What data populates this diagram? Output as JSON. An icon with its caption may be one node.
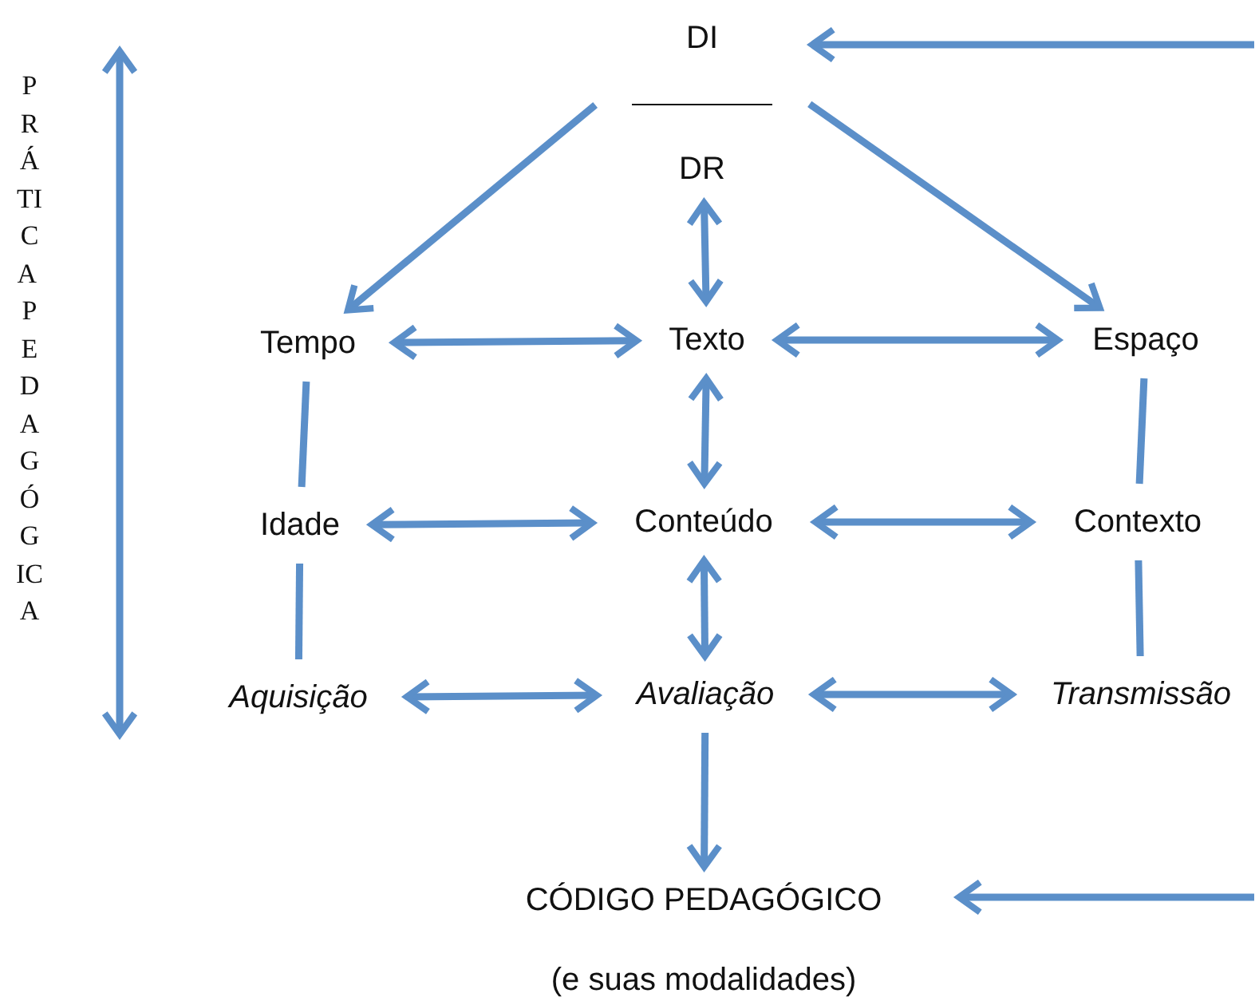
{
  "diagram": {
    "nodes": [
      {
        "text": [
          "DI",
          "DR"
        ]
      },
      {
        "text": [
          "Tempo"
        ]
      },
      {
        "text": [
          "Texto"
        ]
      },
      {
        "text": [
          "Espaço"
        ]
      },
      {
        "text": [
          "Idade"
        ]
      },
      {
        "text": [
          "Conteúdo"
        ]
      },
      {
        "text": [
          "Contexto"
        ]
      },
      {
        "text": [
          "Aquisição"
        ]
      },
      {
        "text": [
          "Avaliação"
        ]
      },
      {
        "text": [
          "Transmissão"
        ]
      },
      {
        "text": [
          "CÓDIGO PEDAGÓGICO",
          "(e suas modalidades)"
        ]
      }
    ],
    "edges": [
      {
        "from": 0,
        "to": 1,
        "arrow": "to"
      },
      {
        "from": 0,
        "to": 3,
        "arrow": "to"
      },
      {
        "from": 0,
        "to": 2,
        "arrow": "both"
      },
      {
        "from": 1,
        "to": 2,
        "arrow": "both"
      },
      {
        "from": 2,
        "to": 3,
        "arrow": "both"
      },
      {
        "from": 2,
        "to": 5,
        "arrow": "both"
      },
      {
        "from": 1,
        "to": 4,
        "arrow": "none"
      },
      {
        "from": 3,
        "to": 6,
        "arrow": "none"
      },
      {
        "from": 4,
        "to": 5,
        "arrow": "both"
      },
      {
        "from": 5,
        "to": 6,
        "arrow": "both"
      },
      {
        "from": 5,
        "to": 8,
        "arrow": "both"
      },
      {
        "from": 4,
        "to": 7,
        "arrow": "none"
      },
      {
        "from": 6,
        "to": 9,
        "arrow": "none"
      },
      {
        "from": 7,
        "to": 8,
        "arrow": "both"
      },
      {
        "from": 8,
        "to": 9,
        "arrow": "both"
      },
      {
        "from": 8,
        "to": 10,
        "arrow": "to"
      },
      {
        "from": null,
        "to": 0,
        "arrow": "to"
      },
      {
        "from": null,
        "to": 10,
        "arrow": "to"
      }
    ],
    "labels": [
      "PRÁTICA PEDAGÓGICA"
    ]
  }
}
